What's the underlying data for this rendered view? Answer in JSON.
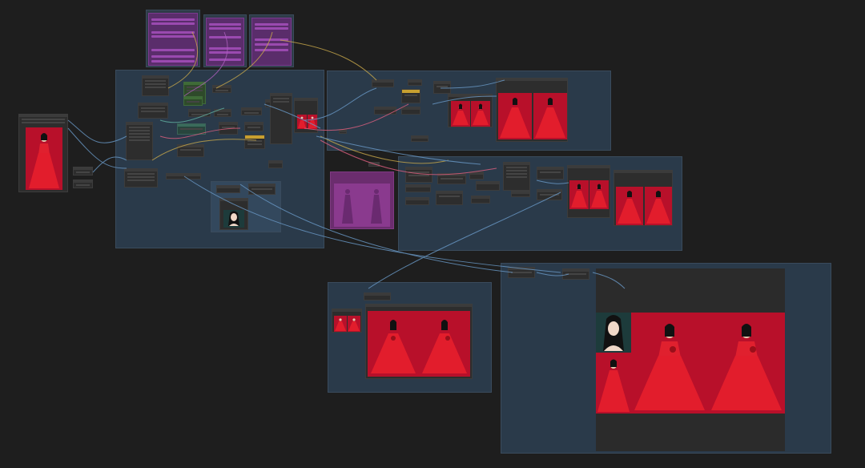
{
  "app": {
    "name": ""
  },
  "colors": {
    "canvas": "#1e1e1e",
    "group": "#2a3a4a",
    "node": "#2d2d2d",
    "wire_yellow": "#c8a84a",
    "wire_blue": "#6a9ac8",
    "wire_purple": "#b060c0",
    "wire_pink": "#e06080",
    "wire_teal": "#60b0a0",
    "dress_red": "#d8182a",
    "background_red": "#b8102a"
  },
  "icons": [
    "wire-link-icon"
  ],
  "images": {
    "input_image": {
      "subject": "woman-in-red-ball-gown"
    },
    "face_reference": {
      "subject": "portrait-face"
    },
    "magenta_preview": {
      "subject": "silhouettes"
    },
    "final_output": {
      "subject": "woman-in-red-ball-gown"
    }
  }
}
